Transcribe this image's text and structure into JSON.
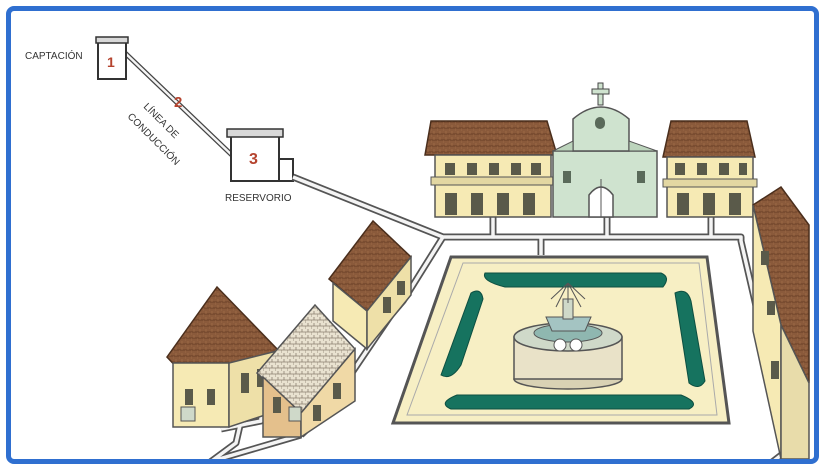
{
  "labels": {
    "captacion": "CAPTACIÓN",
    "linea_line1": "LÍNEA DE",
    "linea_line2": "CONDUCCIÓN",
    "reservorio": "RESERVORIO"
  },
  "numbers": {
    "n1": "1",
    "n2": "2",
    "n3": "3"
  },
  "colors": {
    "frame": "#2f6fd0",
    "number_red": "#b5432e",
    "wall_yellow": "#f6eab4",
    "roof_brown": "#8a5a3b",
    "church_green": "#cfe3cf",
    "garden_green": "#16735f",
    "plaza_fill": "#f7efc4",
    "pipe_gray": "#555555"
  },
  "icons": [
    "cross-icon",
    "fountain-icon"
  ]
}
